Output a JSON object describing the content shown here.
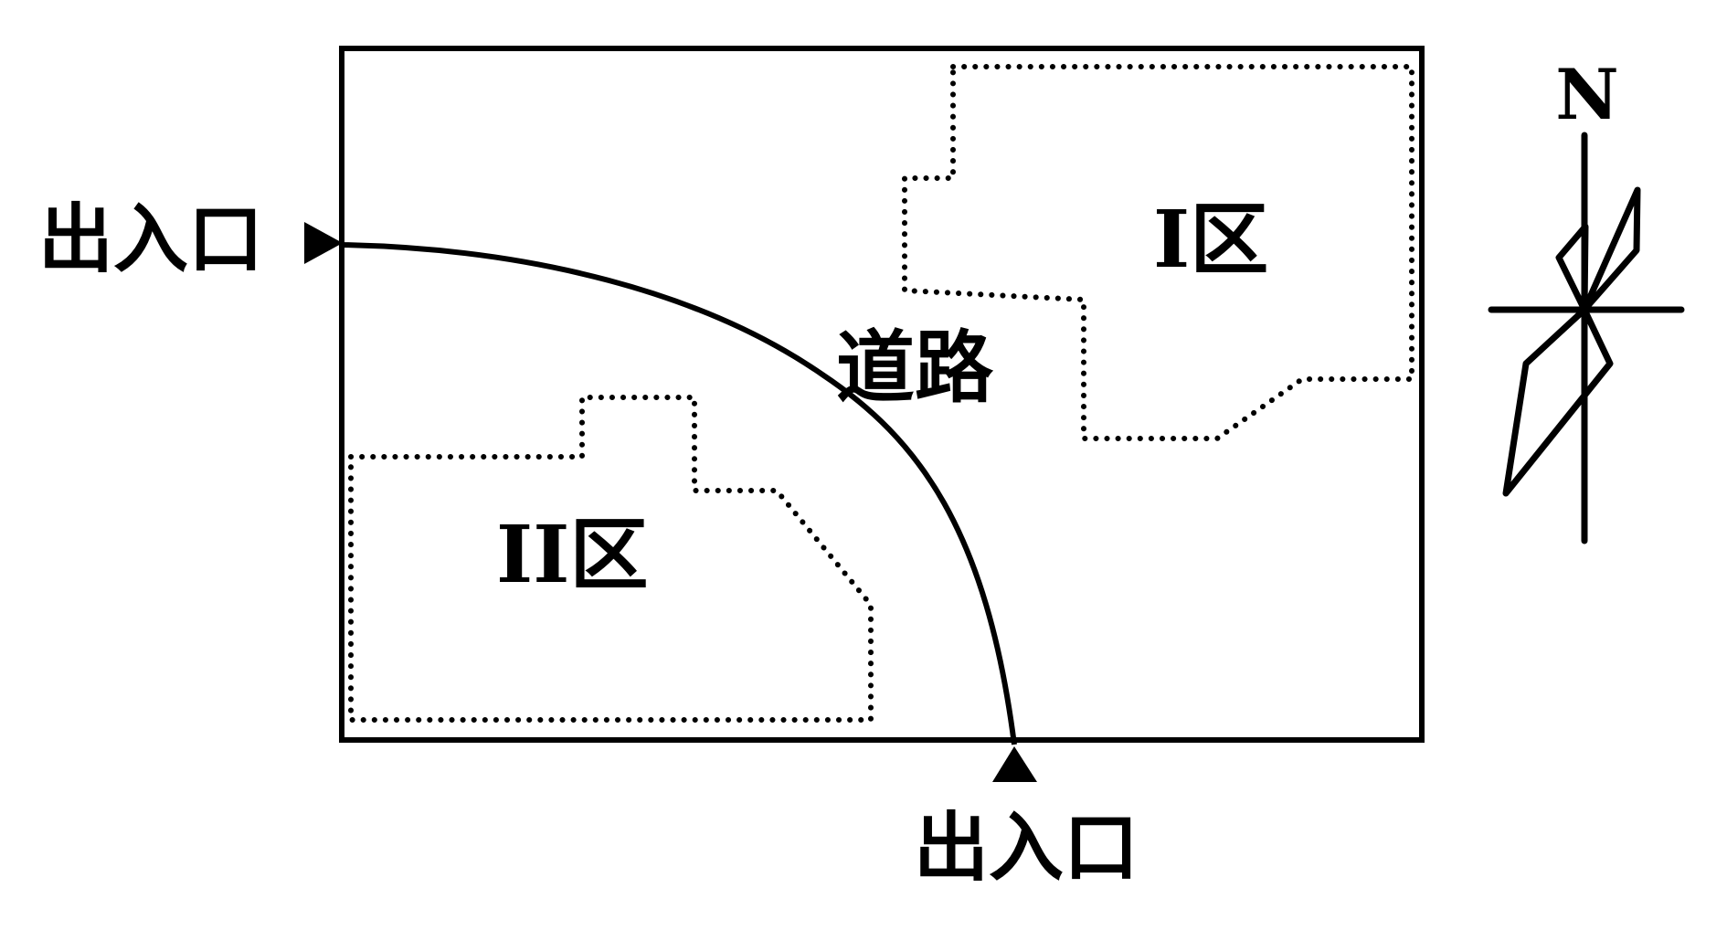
{
  "labels": {
    "entrance_west": "出入口",
    "entrance_south": "出入口",
    "road": "道路",
    "zone_1": "I区",
    "zone_2": "II区",
    "north": "N"
  },
  "colors": {
    "ink": "#000000",
    "background": "#ffffff"
  },
  "icons": {
    "entrance_west": "triangle-right-icon",
    "entrance_south": "triangle-up-icon",
    "compass": "compass-icon",
    "wind_rose": "wind-rose-icon"
  }
}
